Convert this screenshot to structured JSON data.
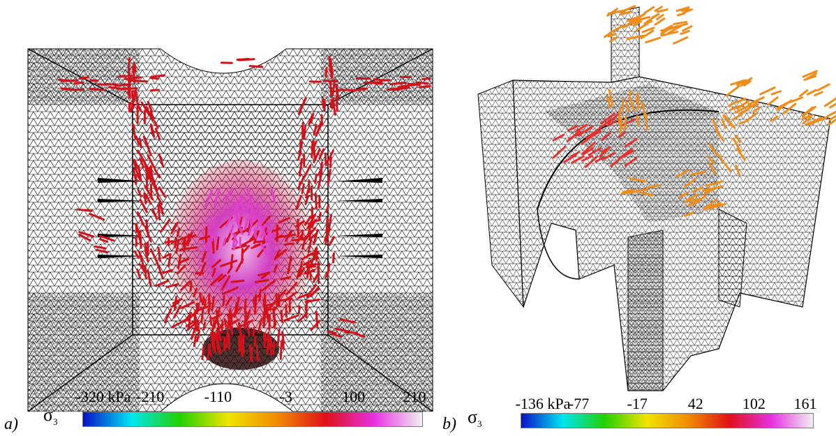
{
  "panels": [
    {
      "label": "a)",
      "symbol": "σ",
      "symbol_sub": "3",
      "colorbar_ticks": [
        "-320 kPa",
        "-210",
        "-110",
        "-3",
        "100",
        "210"
      ]
    },
    {
      "label": "b)",
      "symbol": "σ",
      "symbol_sub": "3",
      "colorbar_ticks": [
        "-136 kPa",
        "-77",
        "-17",
        "42",
        "102",
        "161"
      ]
    }
  ],
  "colors": {
    "mesh": "#000000",
    "arrow_a": "#d4101a",
    "arrow_a_high": "#e040c8",
    "arrow_b": "#f08c1a",
    "arrow_b_high": "#e83030",
    "colormap": [
      "#0a10c8",
      "#00e6f0",
      "#22d000",
      "#f0e400",
      "#f08c00",
      "#e0101a",
      "#e630e0",
      "#f0f0f0"
    ]
  }
}
